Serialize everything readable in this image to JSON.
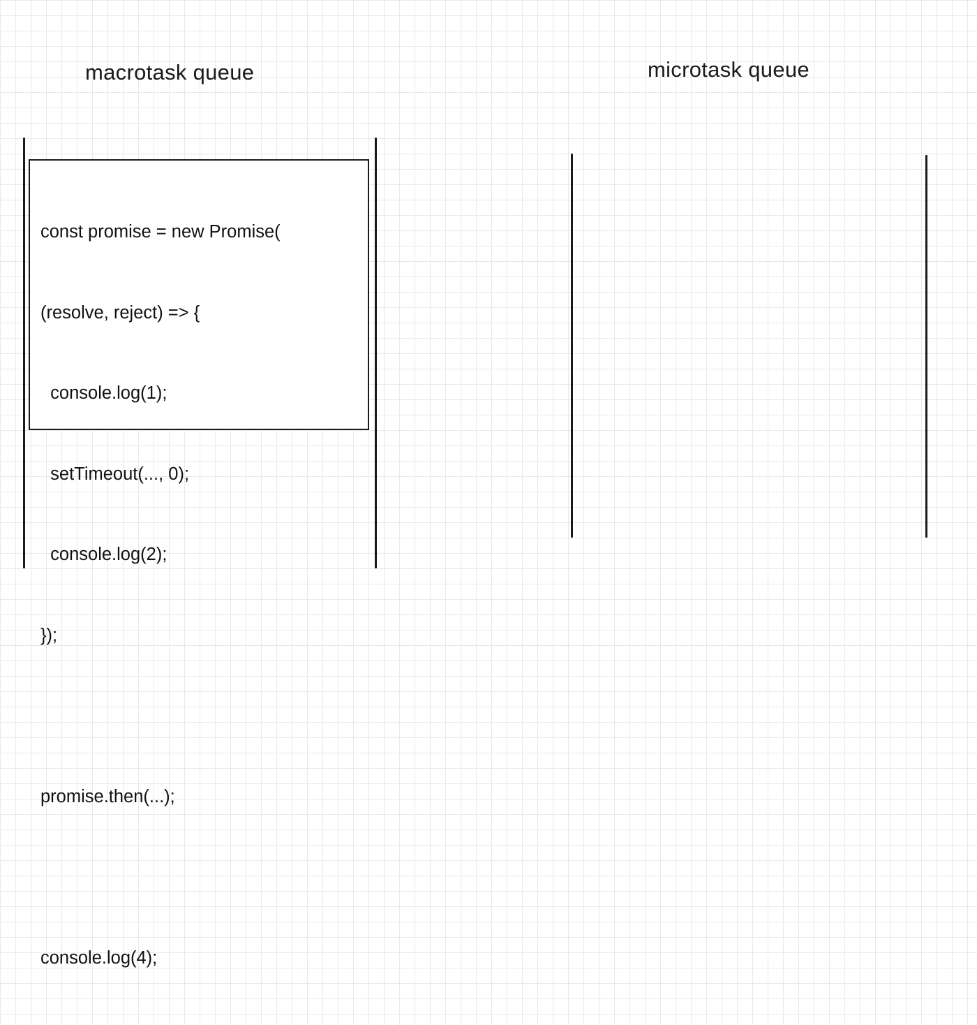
{
  "macrotask_queue": {
    "title": "macrotask queue",
    "code_lines": [
      "const promise = new Promise(",
      "(resolve, reject) => {",
      "  console.log(1);",
      "  setTimeout(..., 0);",
      "  console.log(2);",
      "});",
      "",
      "promise.then(...);",
      "",
      "console.log(4);"
    ]
  },
  "microtask_queue": {
    "title": "microtask queue"
  },
  "colors": {
    "line": "#1a1a1a",
    "grid": "#e9e9e9",
    "background": "#ffffff"
  }
}
